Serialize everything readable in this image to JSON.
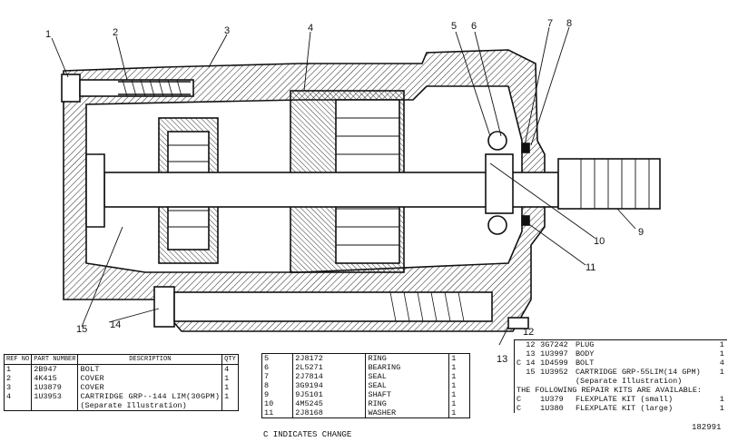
{
  "callouts": [
    "1",
    "2",
    "3",
    "4",
    "5",
    "6",
    "7",
    "8",
    "9",
    "10",
    "11",
    "12",
    "13",
    "14",
    "15"
  ],
  "drawing_id": "182991",
  "footnote": "C INDICATES CHANGE",
  "table1": {
    "headers": {
      "ref": "REF NO",
      "part": "PART NUMBER",
      "desc": "DESCRIPTION",
      "qty": "QTY"
    },
    "rows": [
      {
        "ref": "1",
        "part": "2B947",
        "desc": "BOLT",
        "qty": "4"
      },
      {
        "ref": "2",
        "part": "4K415",
        "desc": "COVER",
        "qty": "1"
      },
      {
        "ref": "3",
        "part": "1U3879",
        "desc": "COVER",
        "qty": "1"
      },
      {
        "ref": "4",
        "part": "1U3953",
        "desc": "CARTRIDGE GRP--144 LIM(30GPM)",
        "qty": "1"
      }
    ],
    "sub": "(Separate Illustration)"
  },
  "table2": {
    "rows": [
      {
        "ref": "5",
        "part": "2J8172",
        "desc": "RING",
        "qty": "1"
      },
      {
        "ref": "6",
        "part": "2L5271",
        "desc": "BEARING",
        "qty": "1"
      },
      {
        "ref": "7",
        "part": "2J7814",
        "desc": "SEAL",
        "qty": "1"
      },
      {
        "ref": "8",
        "part": "3G9194",
        "desc": "SEAL",
        "qty": "1"
      },
      {
        "ref": "9",
        "part": "9J5101",
        "desc": "SHAFT",
        "qty": "1"
      },
      {
        "ref": "10",
        "part": "4M5245",
        "desc": "RING",
        "qty": "1"
      },
      {
        "ref": "11",
        "part": "2J8168",
        "desc": "WASHER",
        "qty": "1"
      }
    ]
  },
  "table3": {
    "rows": [
      {
        "c": "",
        "ref": "12",
        "part": "3G7242",
        "desc": "PLUG",
        "qty": "1"
      },
      {
        "c": "",
        "ref": "13",
        "part": "1U3997",
        "desc": "BODY",
        "qty": "1"
      },
      {
        "c": "C",
        "ref": "14",
        "part": "1D4599",
        "desc": "BOLT",
        "qty": "4"
      },
      {
        "c": "",
        "ref": "15",
        "part": "1U3952",
        "desc": "CARTRIDGE GRP-55LIM(14 GPM)",
        "qty": "1"
      }
    ],
    "sub": "(Separate Illustration)",
    "kits_heading": "THE FOLLOWING REPAIR KITS ARE AVAILABLE:",
    "kits": [
      {
        "c": "C",
        "part": "1U379",
        "desc": "FLEXPLATE KIT",
        "note": "(small)",
        "qty": "1"
      },
      {
        "c": "C",
        "part": "1U380",
        "desc": "FLEXPLATE KIT",
        "note": "(large)",
        "qty": "1"
      }
    ]
  }
}
